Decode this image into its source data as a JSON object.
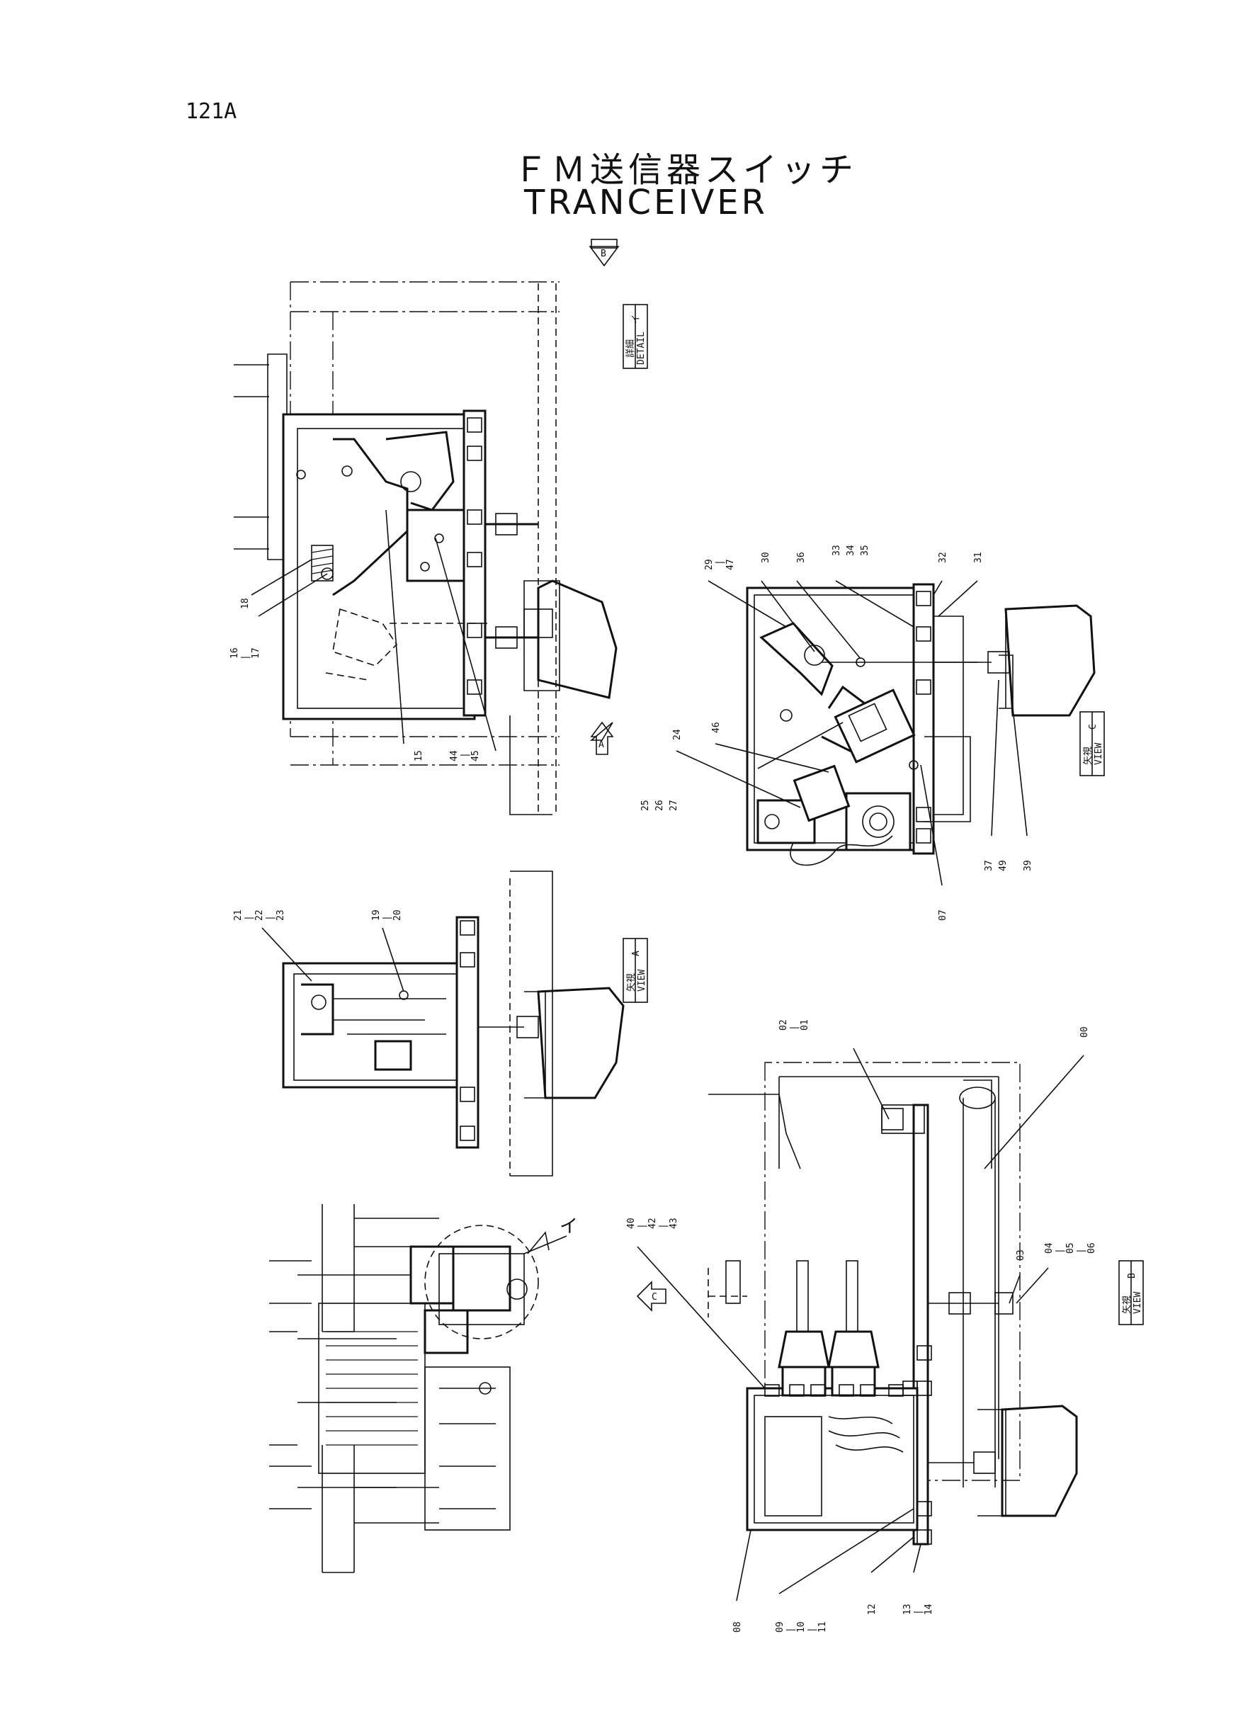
{
  "page_number": "121A",
  "title_jp": "ＦＭ送信器スイッチ",
  "title_en": "TRANCEIVER",
  "view_tags": {
    "detail_i": {
      "jp": "詳細",
      "mark": "イ",
      "en": "DETAIL"
    },
    "view_a": {
      "jp": "矢視",
      "mark": "A",
      "en": "VIEW"
    },
    "view_b": {
      "jp": "矢視",
      "mark": "B",
      "en": "VIEW"
    },
    "view_c": {
      "jp": "矢視",
      "mark": "C",
      "en": "VIEW"
    }
  },
  "arrow_labels": {
    "top": "B",
    "detail_a": "A",
    "bottom": "C"
  },
  "callout_i": "イ",
  "part_numbers": {
    "detail": [
      "16",
      "17",
      "18",
      "15",
      "44",
      "45"
    ],
    "view_c": [
      "29",
      "47",
      "30",
      "36",
      "33",
      "34",
      "35",
      "32",
      "31",
      "24",
      "46",
      "25",
      "26",
      "27",
      "37",
      "49",
      "39",
      "07"
    ],
    "view_a": [
      "21",
      "22",
      "23",
      "19",
      "20"
    ],
    "view_b": [
      "02",
      "01",
      "00",
      "40",
      "42",
      "43",
      "03",
      "04",
      "05",
      "06",
      "08",
      "09",
      "10",
      "11",
      "12",
      "13",
      "14"
    ]
  },
  "separator": "|"
}
